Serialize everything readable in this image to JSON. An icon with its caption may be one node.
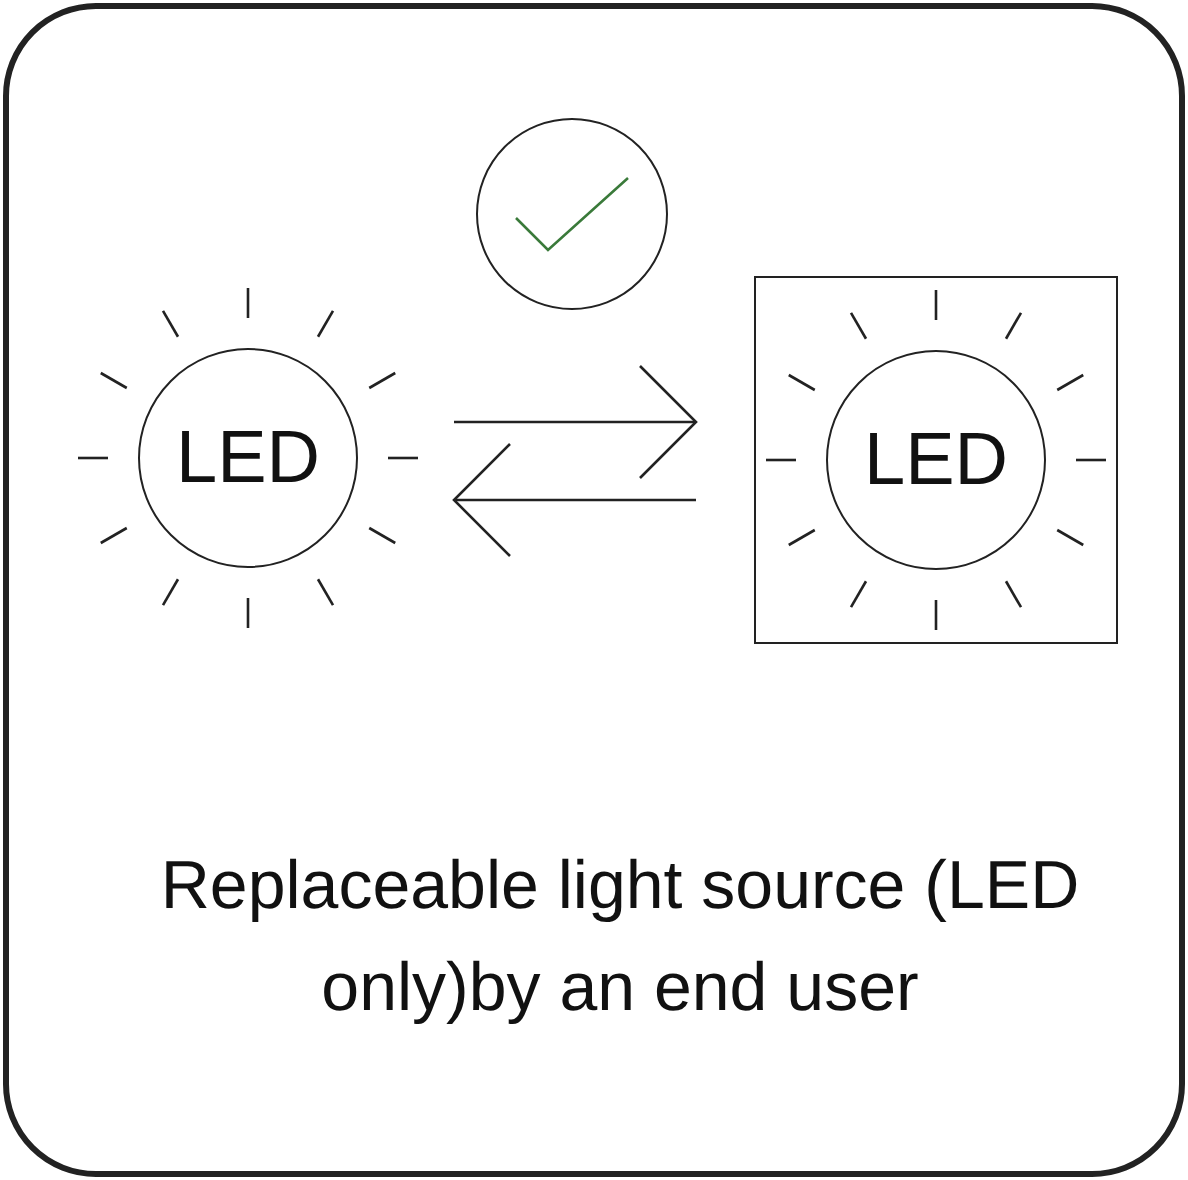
{
  "diagram": {
    "nodes": [
      {
        "text": [
          "LED"
        ]
      },
      {
        "text": [],
        "shape": "box"
      },
      {
        "text": [
          "LED"
        ],
        "in": 1
      },
      {
        "text": [],
        "shape": "circle"
      }
    ],
    "edges": [
      {
        "from": 0,
        "to": 1,
        "arrow": "to"
      },
      {
        "from": 1,
        "to": 0,
        "arrow": "to"
      }
    ],
    "labels": [
      "Replaceable light source (LED only)by an end user"
    ]
  }
}
